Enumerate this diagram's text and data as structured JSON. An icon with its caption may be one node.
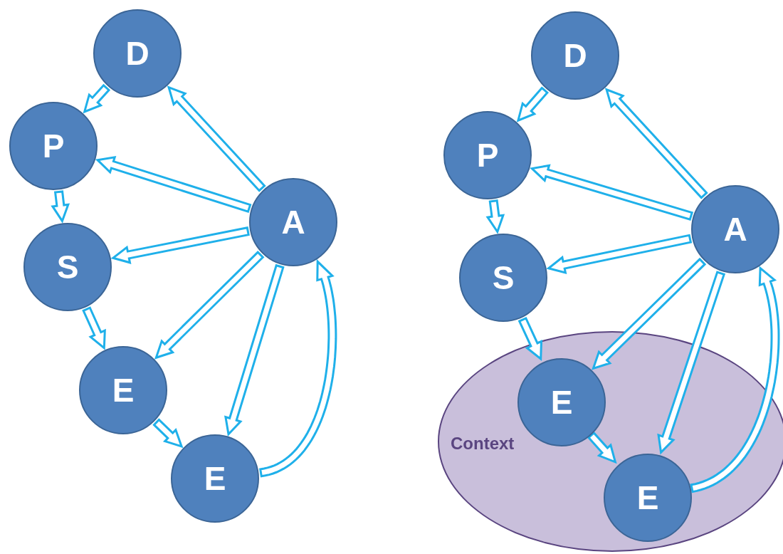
{
  "diagram": {
    "nodes": [
      {
        "text": [
          "D"
        ]
      },
      {
        "text": [
          "P"
        ]
      },
      {
        "text": [
          "A"
        ]
      },
      {
        "text": [
          "S"
        ]
      },
      {
        "text": [
          "E"
        ]
      },
      {
        "text": [
          "E"
        ]
      },
      {
        "text": [
          "D"
        ]
      },
      {
        "text": [
          "P"
        ]
      },
      {
        "text": [
          "A"
        ]
      },
      {
        "text": [
          "S"
        ]
      },
      {
        "text": [
          "Context"
        ]
      },
      {
        "text": [
          "E"
        ],
        "in": 10
      },
      {
        "text": [
          "E"
        ],
        "in": 10
      }
    ],
    "edges": [
      {
        "from": 2,
        "to": 0,
        "arrow": "to"
      },
      {
        "from": 0,
        "to": 1,
        "arrow": "to"
      },
      {
        "from": 2,
        "to": 1,
        "arrow": "to"
      },
      {
        "from": 1,
        "to": 3,
        "arrow": "to"
      },
      {
        "from": 2,
        "to": 3,
        "arrow": "to"
      },
      {
        "from": 3,
        "to": 4,
        "arrow": "to"
      },
      {
        "from": 2,
        "to": 4,
        "arrow": "to"
      },
      {
        "from": 4,
        "to": 5,
        "arrow": "to"
      },
      {
        "from": 2,
        "to": 5,
        "arrow": "to"
      },
      {
        "from": 5,
        "to": 2,
        "arrow": "to"
      },
      {
        "from": 8,
        "to": 6,
        "arrow": "to"
      },
      {
        "from": 6,
        "to": 7,
        "arrow": "to"
      },
      {
        "from": 8,
        "to": 7,
        "arrow": "to"
      },
      {
        "from": 7,
        "to": 9,
        "arrow": "to"
      },
      {
        "from": 8,
        "to": 9,
        "arrow": "to"
      },
      {
        "from": 9,
        "to": 11,
        "arrow": "to"
      },
      {
        "from": 8,
        "to": 11,
        "arrow": "to"
      },
      {
        "from": 11,
        "to": 12,
        "arrow": "to"
      },
      {
        "from": 8,
        "to": 12,
        "arrow": "to"
      },
      {
        "from": 12,
        "to": 8,
        "arrow": "to"
      }
    ]
  }
}
